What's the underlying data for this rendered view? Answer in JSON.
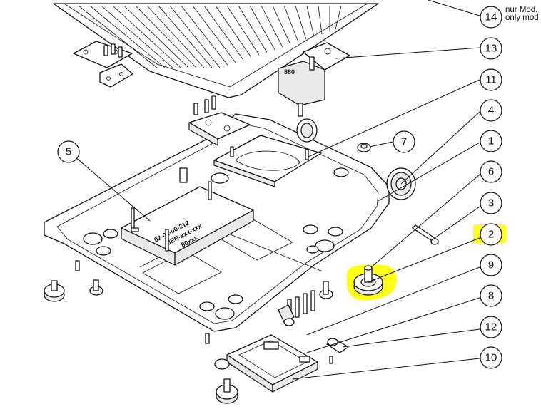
{
  "callouts": [
    {
      "id": "14",
      "label": "14"
    },
    {
      "id": "13",
      "label": "13"
    },
    {
      "id": "11",
      "label": "11"
    },
    {
      "id": "4",
      "label": "4"
    },
    {
      "id": "7",
      "label": "7"
    },
    {
      "id": "1",
      "label": "1"
    },
    {
      "id": "5",
      "label": "5"
    },
    {
      "id": "6",
      "label": "6"
    },
    {
      "id": "3",
      "label": "3"
    },
    {
      "id": "2",
      "label": "2"
    },
    {
      "id": "9",
      "label": "9"
    },
    {
      "id": "8",
      "label": "8"
    },
    {
      "id": "12",
      "label": "12"
    },
    {
      "id": "10",
      "label": "10"
    }
  ],
  "note": {
    "line1": "nur Mod.",
    "line2": "only mod"
  },
  "label_plate": {
    "line1": "02-02-00-212",
    "line2": "JEN-xxx-xxx",
    "line3": "80xxx"
  },
  "highlight_color": "#ffff00",
  "highlighted_part": "2"
}
